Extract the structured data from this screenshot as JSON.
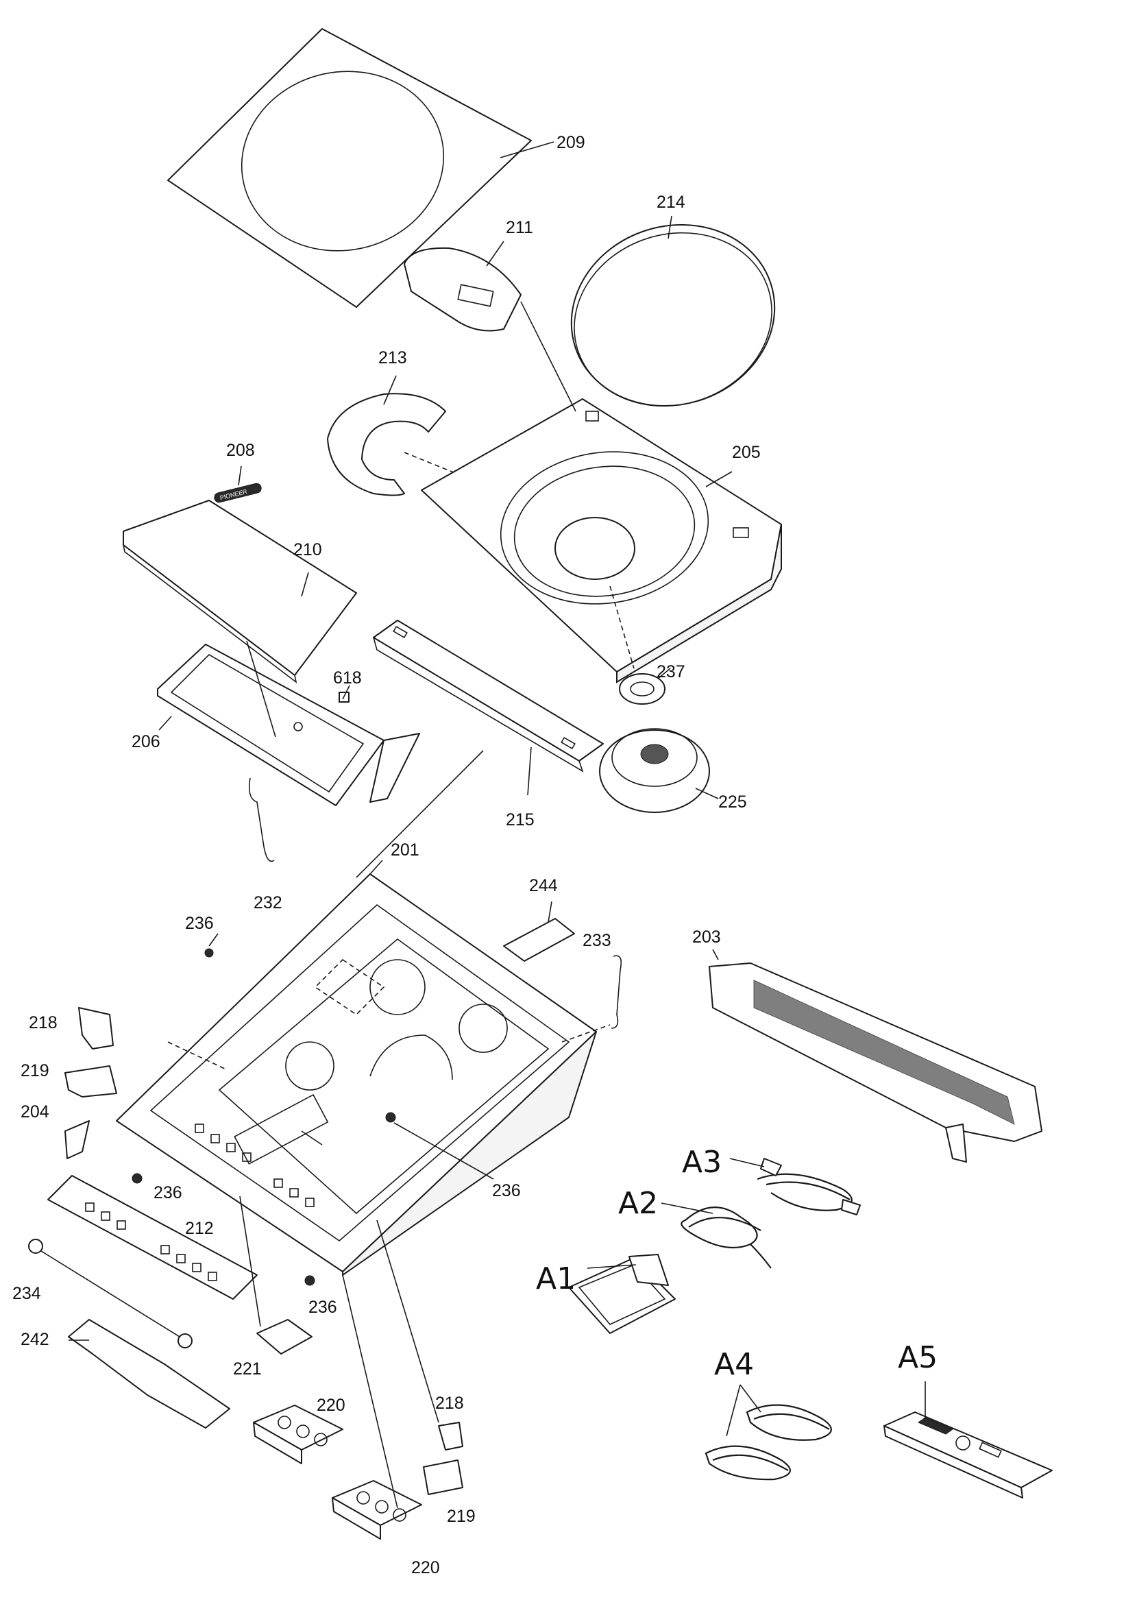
{
  "labels": [
    {
      "id": "209",
      "text": "209"
    },
    {
      "id": "211",
      "text": "211"
    },
    {
      "id": "214",
      "text": "214"
    },
    {
      "id": "213",
      "text": "213"
    },
    {
      "id": "205",
      "text": "205"
    },
    {
      "id": "208",
      "text": "208"
    },
    {
      "id": "210",
      "text": "210"
    },
    {
      "id": "618",
      "text": "618"
    },
    {
      "id": "237",
      "text": "237"
    },
    {
      "id": "206",
      "text": "206"
    },
    {
      "id": "215",
      "text": "215"
    },
    {
      "id": "225",
      "text": "225"
    },
    {
      "id": "232",
      "text": "232"
    },
    {
      "id": "201",
      "text": "201"
    },
    {
      "id": "244",
      "text": "244"
    },
    {
      "id": "236a",
      "text": "236"
    },
    {
      "id": "233",
      "text": "233"
    },
    {
      "id": "203",
      "text": "203"
    },
    {
      "id": "218a",
      "text": "218"
    },
    {
      "id": "219a",
      "text": "219"
    },
    {
      "id": "204",
      "text": "204"
    },
    {
      "id": "236b",
      "text": "236"
    },
    {
      "id": "236c",
      "text": "236"
    },
    {
      "id": "212",
      "text": "212"
    },
    {
      "id": "234",
      "text": "234"
    },
    {
      "id": "236d",
      "text": "236"
    },
    {
      "id": "242",
      "text": "242"
    },
    {
      "id": "221",
      "text": "221"
    },
    {
      "id": "220a",
      "text": "220"
    },
    {
      "id": "218b",
      "text": "218"
    },
    {
      "id": "219b",
      "text": "219"
    },
    {
      "id": "220b",
      "text": "220"
    }
  ],
  "accessories": [
    {
      "id": "A1",
      "text": "A1"
    },
    {
      "id": "A2",
      "text": "A2"
    },
    {
      "id": "A3",
      "text": "A3"
    },
    {
      "id": "A4",
      "text": "A4"
    },
    {
      "id": "A5",
      "text": "A5"
    }
  ],
  "badge_text": "PIONEER"
}
